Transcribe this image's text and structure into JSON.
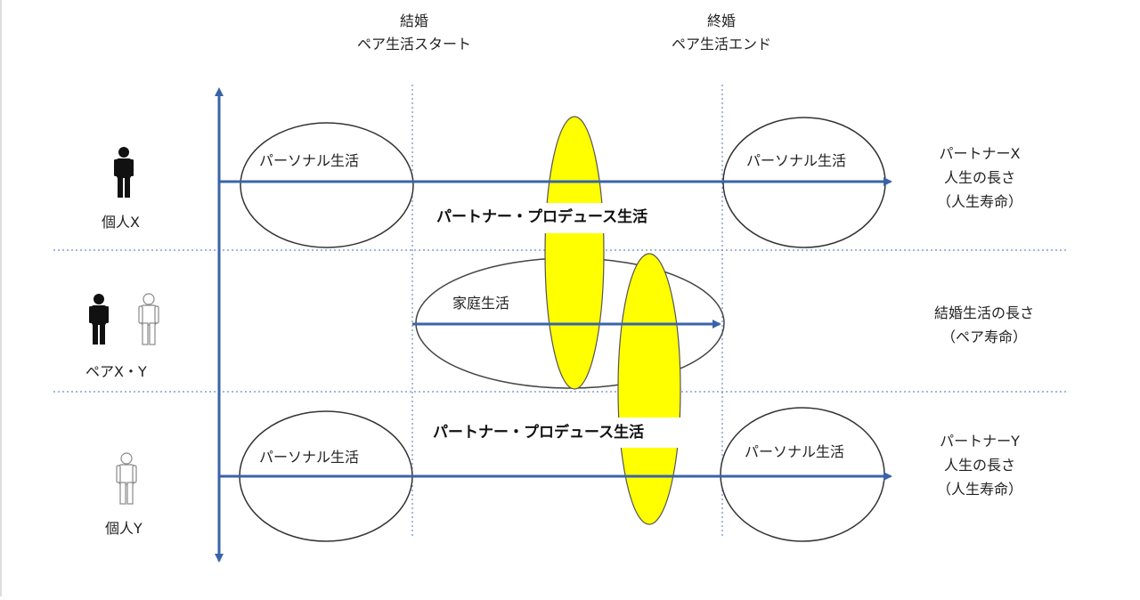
{
  "header": {
    "marriage_title": "結婚",
    "marriage_sub": "ペア生活スタート",
    "end_title": "終婚",
    "end_sub": "ペア生活エンド"
  },
  "rows": {
    "individual_x": {
      "label": "個人X",
      "left_oval": "パーソナル生活",
      "right_oval": "パーソナル生活",
      "right_text": [
        "パートナーX",
        "人生の長さ",
        "（人生寿命）"
      ]
    },
    "pair": {
      "label": "ペアX・Y",
      "oval": "家庭生活",
      "right_text": [
        "結婚生活の長さ",
        "（ペア寿命）"
      ]
    },
    "individual_y": {
      "label": "個人Y",
      "left_oval": "パーソナル生活",
      "right_oval": "パーソナル生活",
      "right_text": [
        "パートナーY",
        "人生の長さ",
        "（人生寿命）"
      ]
    }
  },
  "center_labels": {
    "top": "パートナー・プロデュース生活",
    "bottom": "パートナー・プロデュース生活"
  },
  "colors": {
    "arrow": "#3a63a8",
    "highlight": "#ffff00",
    "highlight_border": "#555555",
    "dotted_line": "#6b8cc7",
    "person_filled": "#111111",
    "person_outline": "#888888"
  }
}
